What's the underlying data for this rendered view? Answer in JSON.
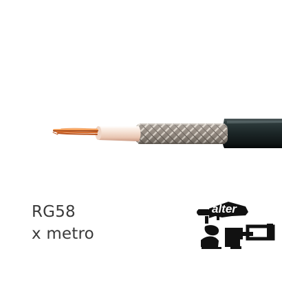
{
  "product": {
    "model": "RG58",
    "unit": "x metro"
  },
  "logo": {
    "text": "alter"
  },
  "colors": {
    "background": "#ffffff",
    "label_text": "#3a3a3a",
    "jacket": "#1f2b2c",
    "braid": "#9e9489",
    "dielectric": "#f2dccd",
    "copper": "#d9773a",
    "logo": "#111111"
  }
}
